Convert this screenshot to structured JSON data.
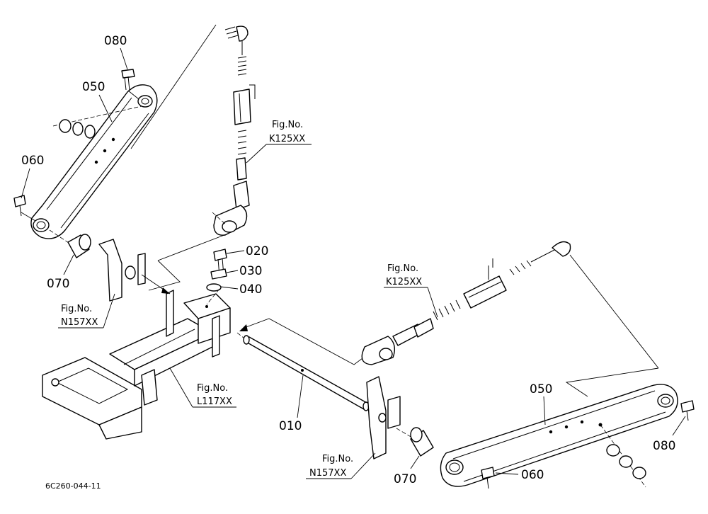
{
  "parts": {
    "p010": "010",
    "p020": "020",
    "p030": "030",
    "p040": "040",
    "p050_left": "050",
    "p050_right": "050",
    "p060_left": "060",
    "p060_right": "060",
    "p070_left": "070",
    "p070_right": "070",
    "p080_left": "080",
    "p080_right": "080"
  },
  "figure_refs": {
    "k125_left": {
      "prefix": "Fig.No.",
      "code": "K125XX"
    },
    "k125_right": {
      "prefix": "Fig.No.",
      "code": "K125XX"
    },
    "n157_left": {
      "prefix": "Fig.No.",
      "code": "N157XX"
    },
    "n157_right": {
      "prefix": "Fig.No.",
      "code": "N157XX"
    },
    "l117": {
      "prefix": "Fig.No.",
      "code": "L117XX"
    }
  },
  "drawing_code": "6C260-044-11"
}
